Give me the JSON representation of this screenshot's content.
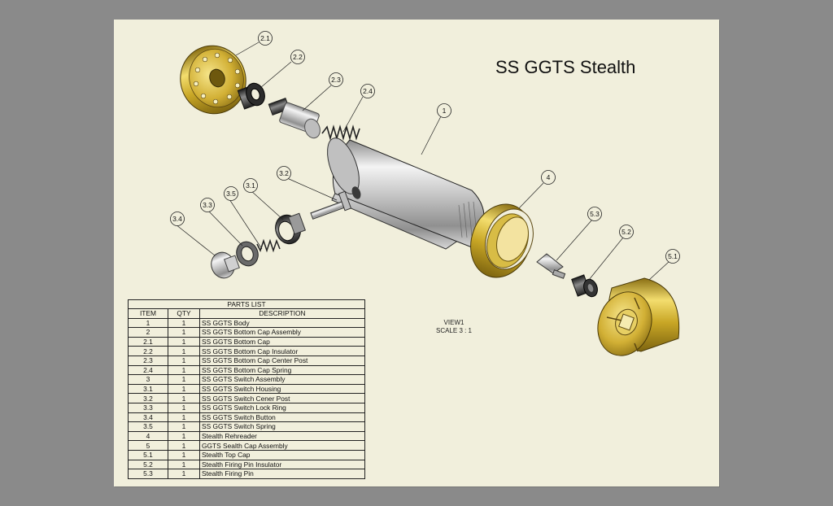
{
  "drawing": {
    "title": "SS GGTS Stealth",
    "view": "VIEW1",
    "scale": "SCALE 3 : 1",
    "balloons": [
      "2.1",
      "2.2",
      "2.3",
      "2.4",
      "1",
      "3.2",
      "3.5",
      "3.1",
      "3.3",
      "3.4",
      "4",
      "5.3",
      "5.2",
      "5.1"
    ]
  },
  "parts_list": {
    "caption": "PARTS LIST",
    "headers": [
      "ITEM",
      "QTY",
      "DESCRIPTION"
    ],
    "rows": [
      {
        "item": "1",
        "qty": "1",
        "desc": "SS GGTS Body"
      },
      {
        "item": "2",
        "qty": "1",
        "desc": "SS GGTS Bottom Cap Assembly"
      },
      {
        "item": "2.1",
        "qty": "1",
        "desc": "SS GGTS Bottom Cap"
      },
      {
        "item": "2.2",
        "qty": "1",
        "desc": "SS GGTS Bottom Cap Insulator"
      },
      {
        "item": "2.3",
        "qty": "1",
        "desc": "SS GGTS Bottom Cap Center Post"
      },
      {
        "item": "2.4",
        "qty": "1",
        "desc": "SS GGTS Bottom Cap Spring"
      },
      {
        "item": "3",
        "qty": "1",
        "desc": "SS GGTS Switch Assembly"
      },
      {
        "item": "3.1",
        "qty": "1",
        "desc": "SS GGTS Switch Housing"
      },
      {
        "item": "3.2",
        "qty": "1",
        "desc": "SS GGTS Switch Cener Post"
      },
      {
        "item": "3.3",
        "qty": "1",
        "desc": "SS GGTS Switch Lock Ring"
      },
      {
        "item": "3.4",
        "qty": "1",
        "desc": "SS GGTS Switch Button"
      },
      {
        "item": "3.5",
        "qty": "1",
        "desc": "SS GGTS Switch Spring"
      },
      {
        "item": "4",
        "qty": "1",
        "desc": "Stealth Rehreader"
      },
      {
        "item": "5",
        "qty": "1",
        "desc": "GGTS Sealth Cap Assembly"
      },
      {
        "item": "5.1",
        "qty": "1",
        "desc": "Stealth Top Cap"
      },
      {
        "item": "5.2",
        "qty": "1",
        "desc": "Stealth Firing Pin Insulator"
      },
      {
        "item": "5.3",
        "qty": "1",
        "desc": "Stealth Firing Pin"
      }
    ]
  },
  "colors": {
    "background": "#8a8a8a",
    "sheet": "#f1efdc",
    "brass": "#d4b330",
    "steel": "#c9c9c9"
  }
}
